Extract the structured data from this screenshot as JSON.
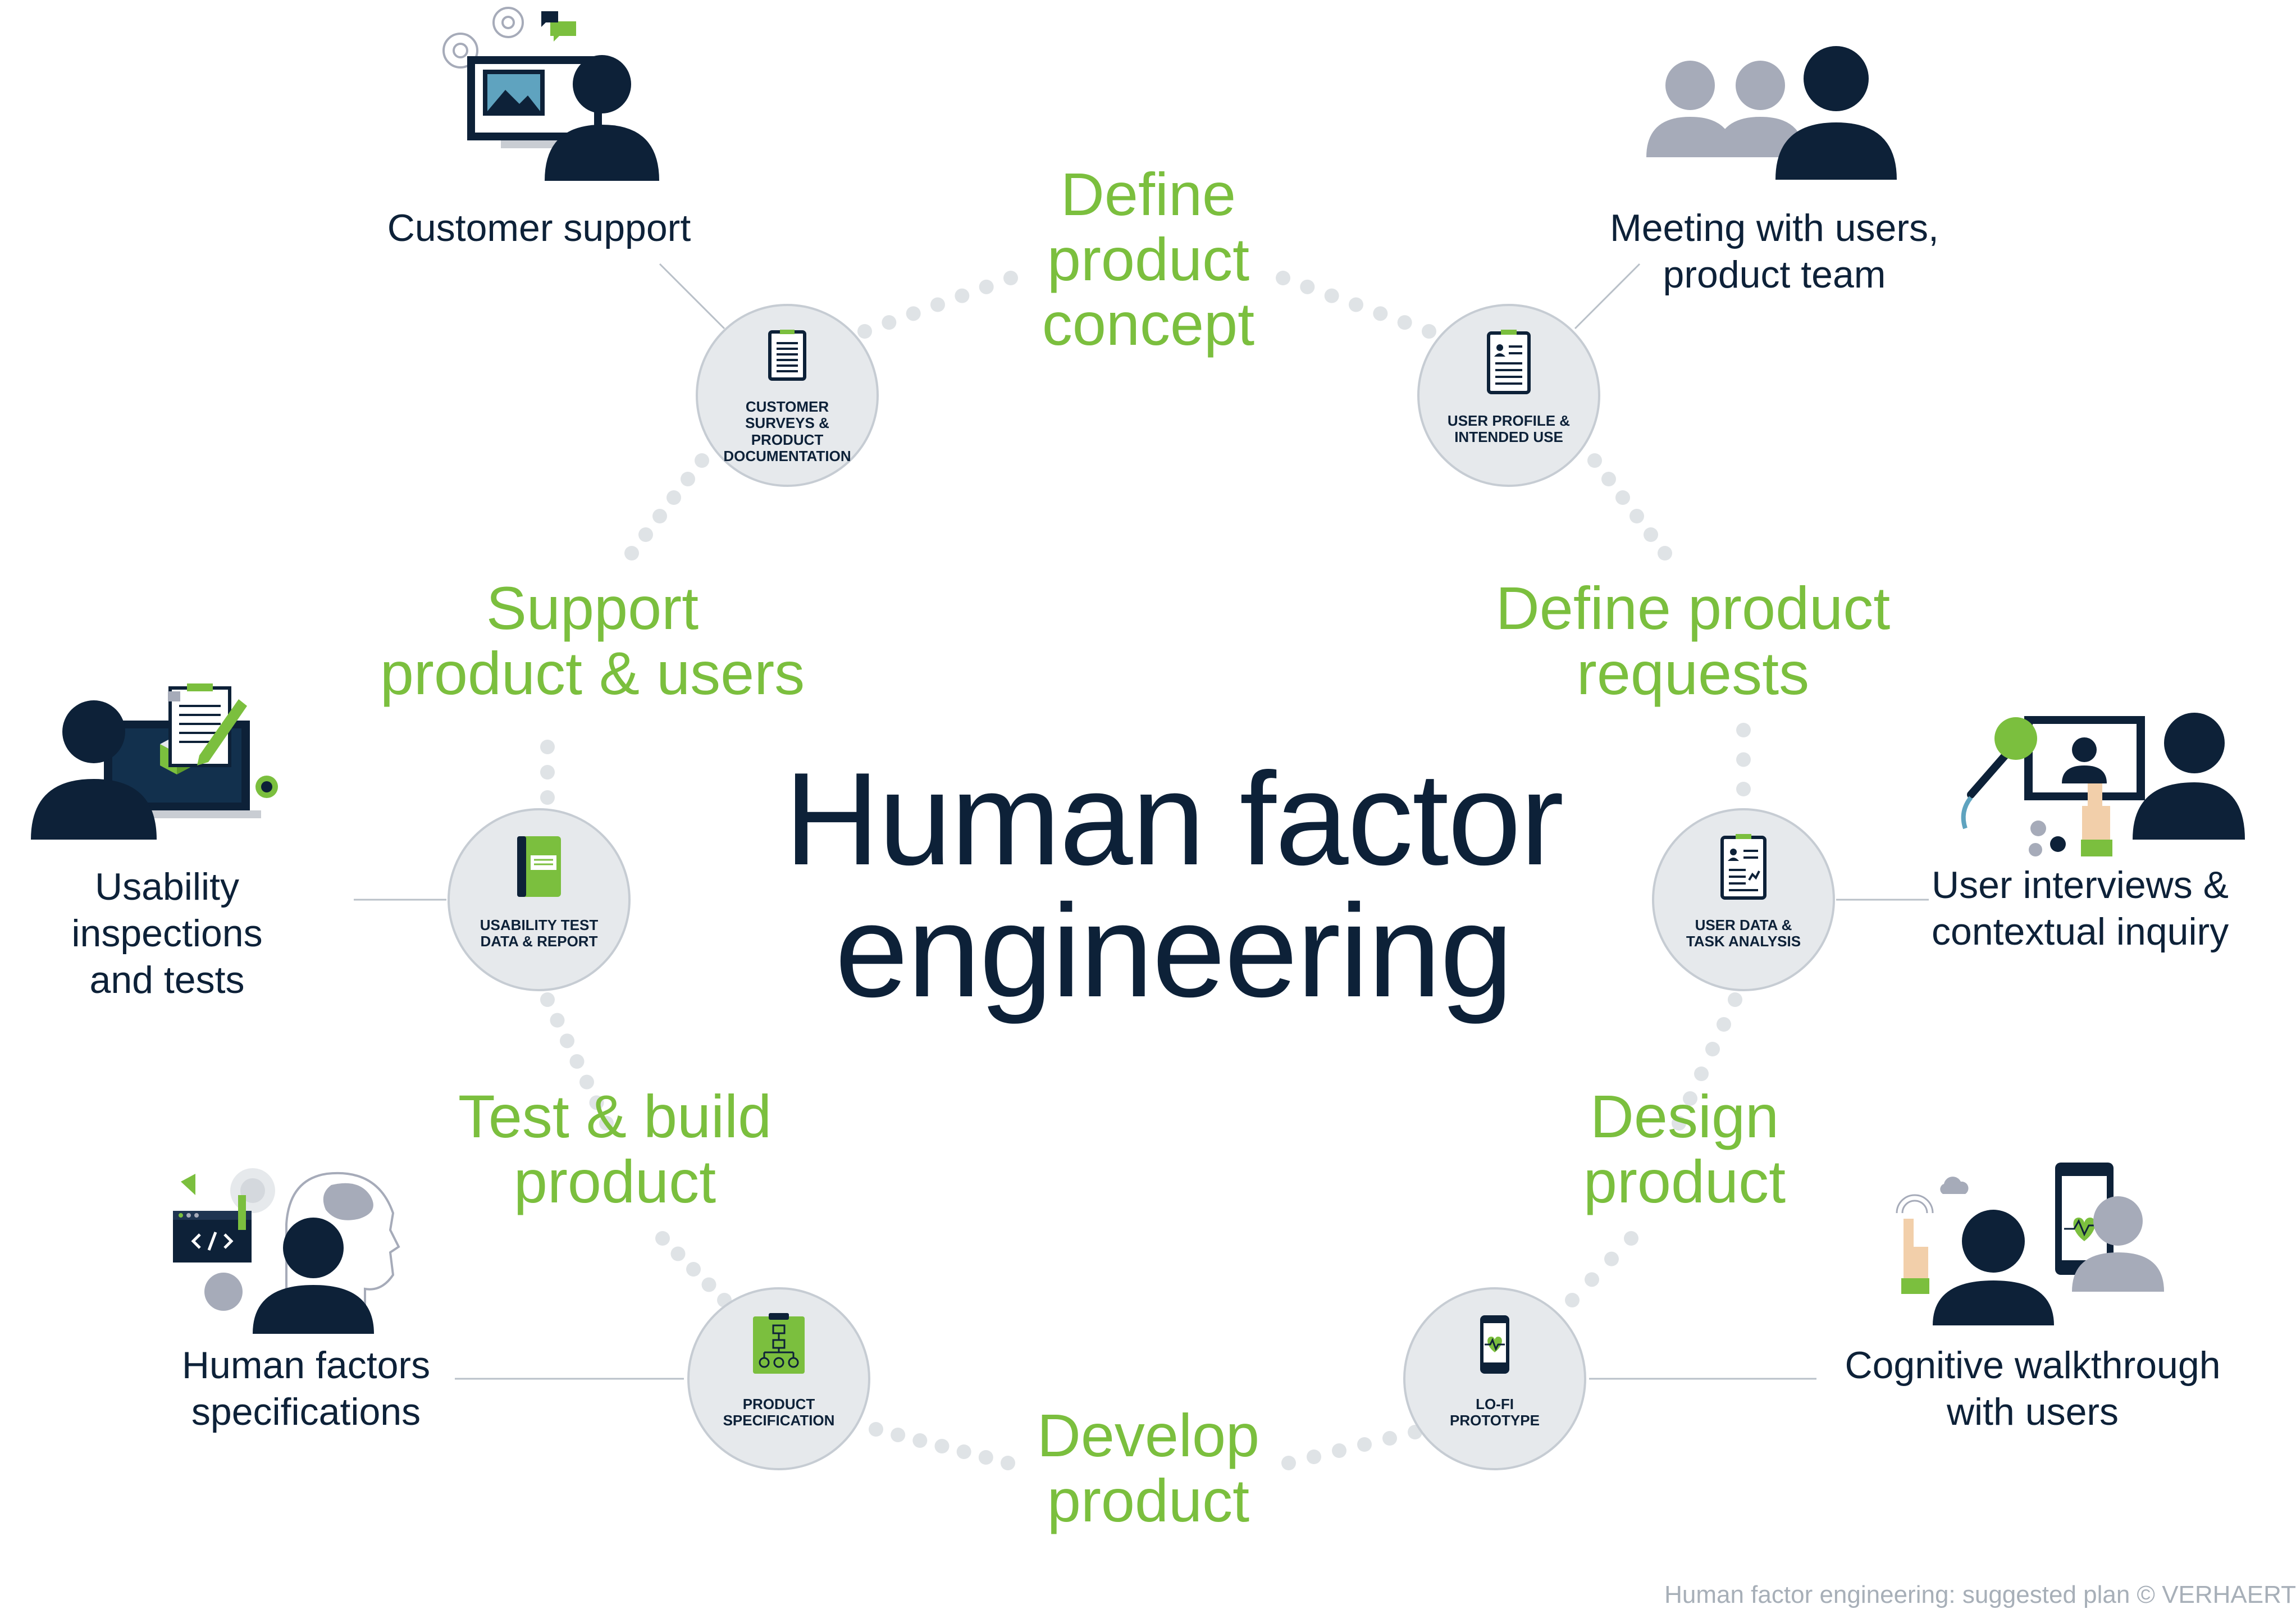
{
  "title": {
    "line1": "Human factor",
    "line2": "engineering"
  },
  "phases": {
    "define_concept": "Define\nproduct\nconcept",
    "define_requests": "Define product\nrequests",
    "design": "Design\nproduct",
    "develop": "Develop\nproduct",
    "test_build": "Test & build\nproduct",
    "support": "Support\nproduct & users"
  },
  "nodes": {
    "customer_surveys": "CUSTOMER\nSURVEYS & PRODUCT\nDOCUMENTATION",
    "user_profile": "USER PROFILE &\nINTENDED USE",
    "user_data": "USER DATA &\nTASK ANALYSIS",
    "lofi": "LO-FI\nPROTOTYPE",
    "product_spec": "PRODUCT\nSPECIFICATION",
    "usability_data": "USABILITY TEST\nDATA & REPORT"
  },
  "activities": {
    "customer_support": "Customer support",
    "meeting": "Meeting with users,\nproduct team",
    "interviews": "User interviews &\ncontextual inquiry",
    "cognitive": "Cognitive walkthrough\nwith users",
    "hf_specs": "Human factors\nspecifications",
    "usability_inspections": "Usability inspections\nand tests"
  },
  "footer": "Human factor engineering: suggested plan © VERHAERT",
  "colors": {
    "navy": "#0d2138",
    "green": "#7bbf3e",
    "grey": "#a6abb9",
    "node_fill": "#e6e9ec",
    "dot": "#dfe3e6"
  }
}
